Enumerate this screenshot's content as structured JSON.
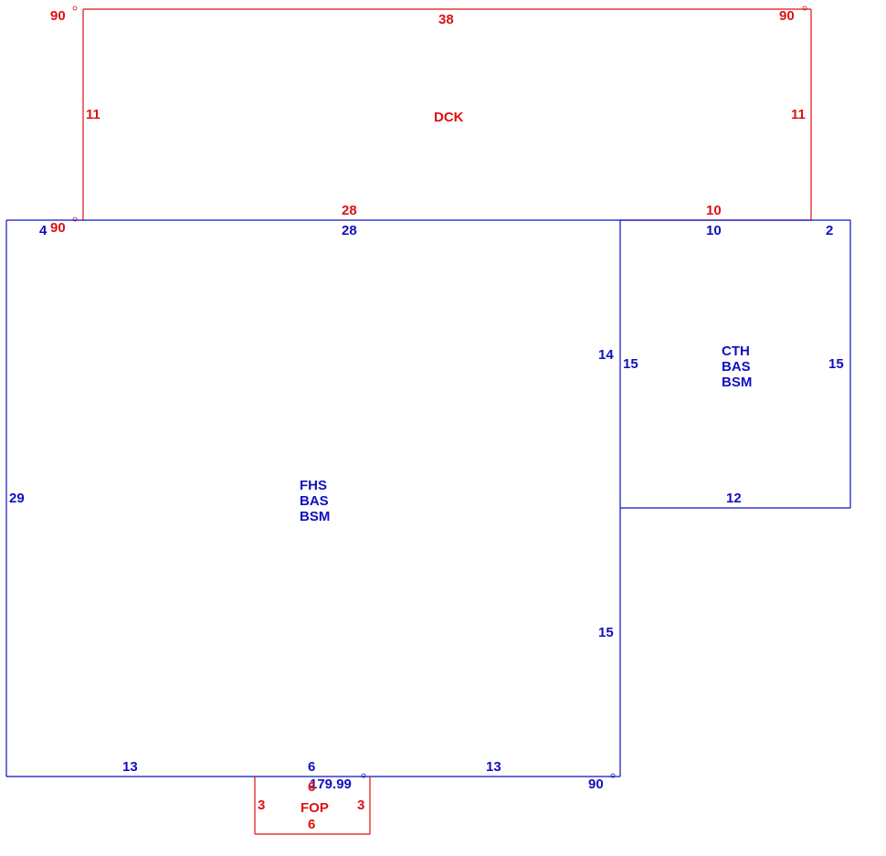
{
  "colors": {
    "deck": "#e01010",
    "house": "#1010c0",
    "background": "#ffffff"
  },
  "deck": {
    "code": "DCK",
    "dims": {
      "top": "38",
      "left": "11",
      "right": "11",
      "bottom_left": "28",
      "bottom_right": "10"
    },
    "angles": {
      "top_left": "90",
      "top_right": "90",
      "bottom_left": "90"
    }
  },
  "main_house": {
    "codes": [
      "FHS",
      "BAS",
      "BSM"
    ],
    "dims": {
      "top_left_stub": "4",
      "top": "28",
      "left": "29",
      "right_upper": "14",
      "right_lower": "15",
      "bottom_left": "13",
      "bottom_mid": "6",
      "bottom_right": "13"
    },
    "angles": {
      "bottom_right": "90",
      "bottom_porch": "179.99"
    }
  },
  "addition": {
    "codes": [
      "CTH",
      "BAS",
      "BSM"
    ],
    "dims": {
      "top": "10",
      "top_right_stub": "2",
      "left": "15",
      "right": "15",
      "bottom": "12"
    }
  },
  "porch": {
    "code": "FOP",
    "dims": {
      "top": "6",
      "left": "3",
      "right": "3",
      "bottom": "6"
    }
  }
}
